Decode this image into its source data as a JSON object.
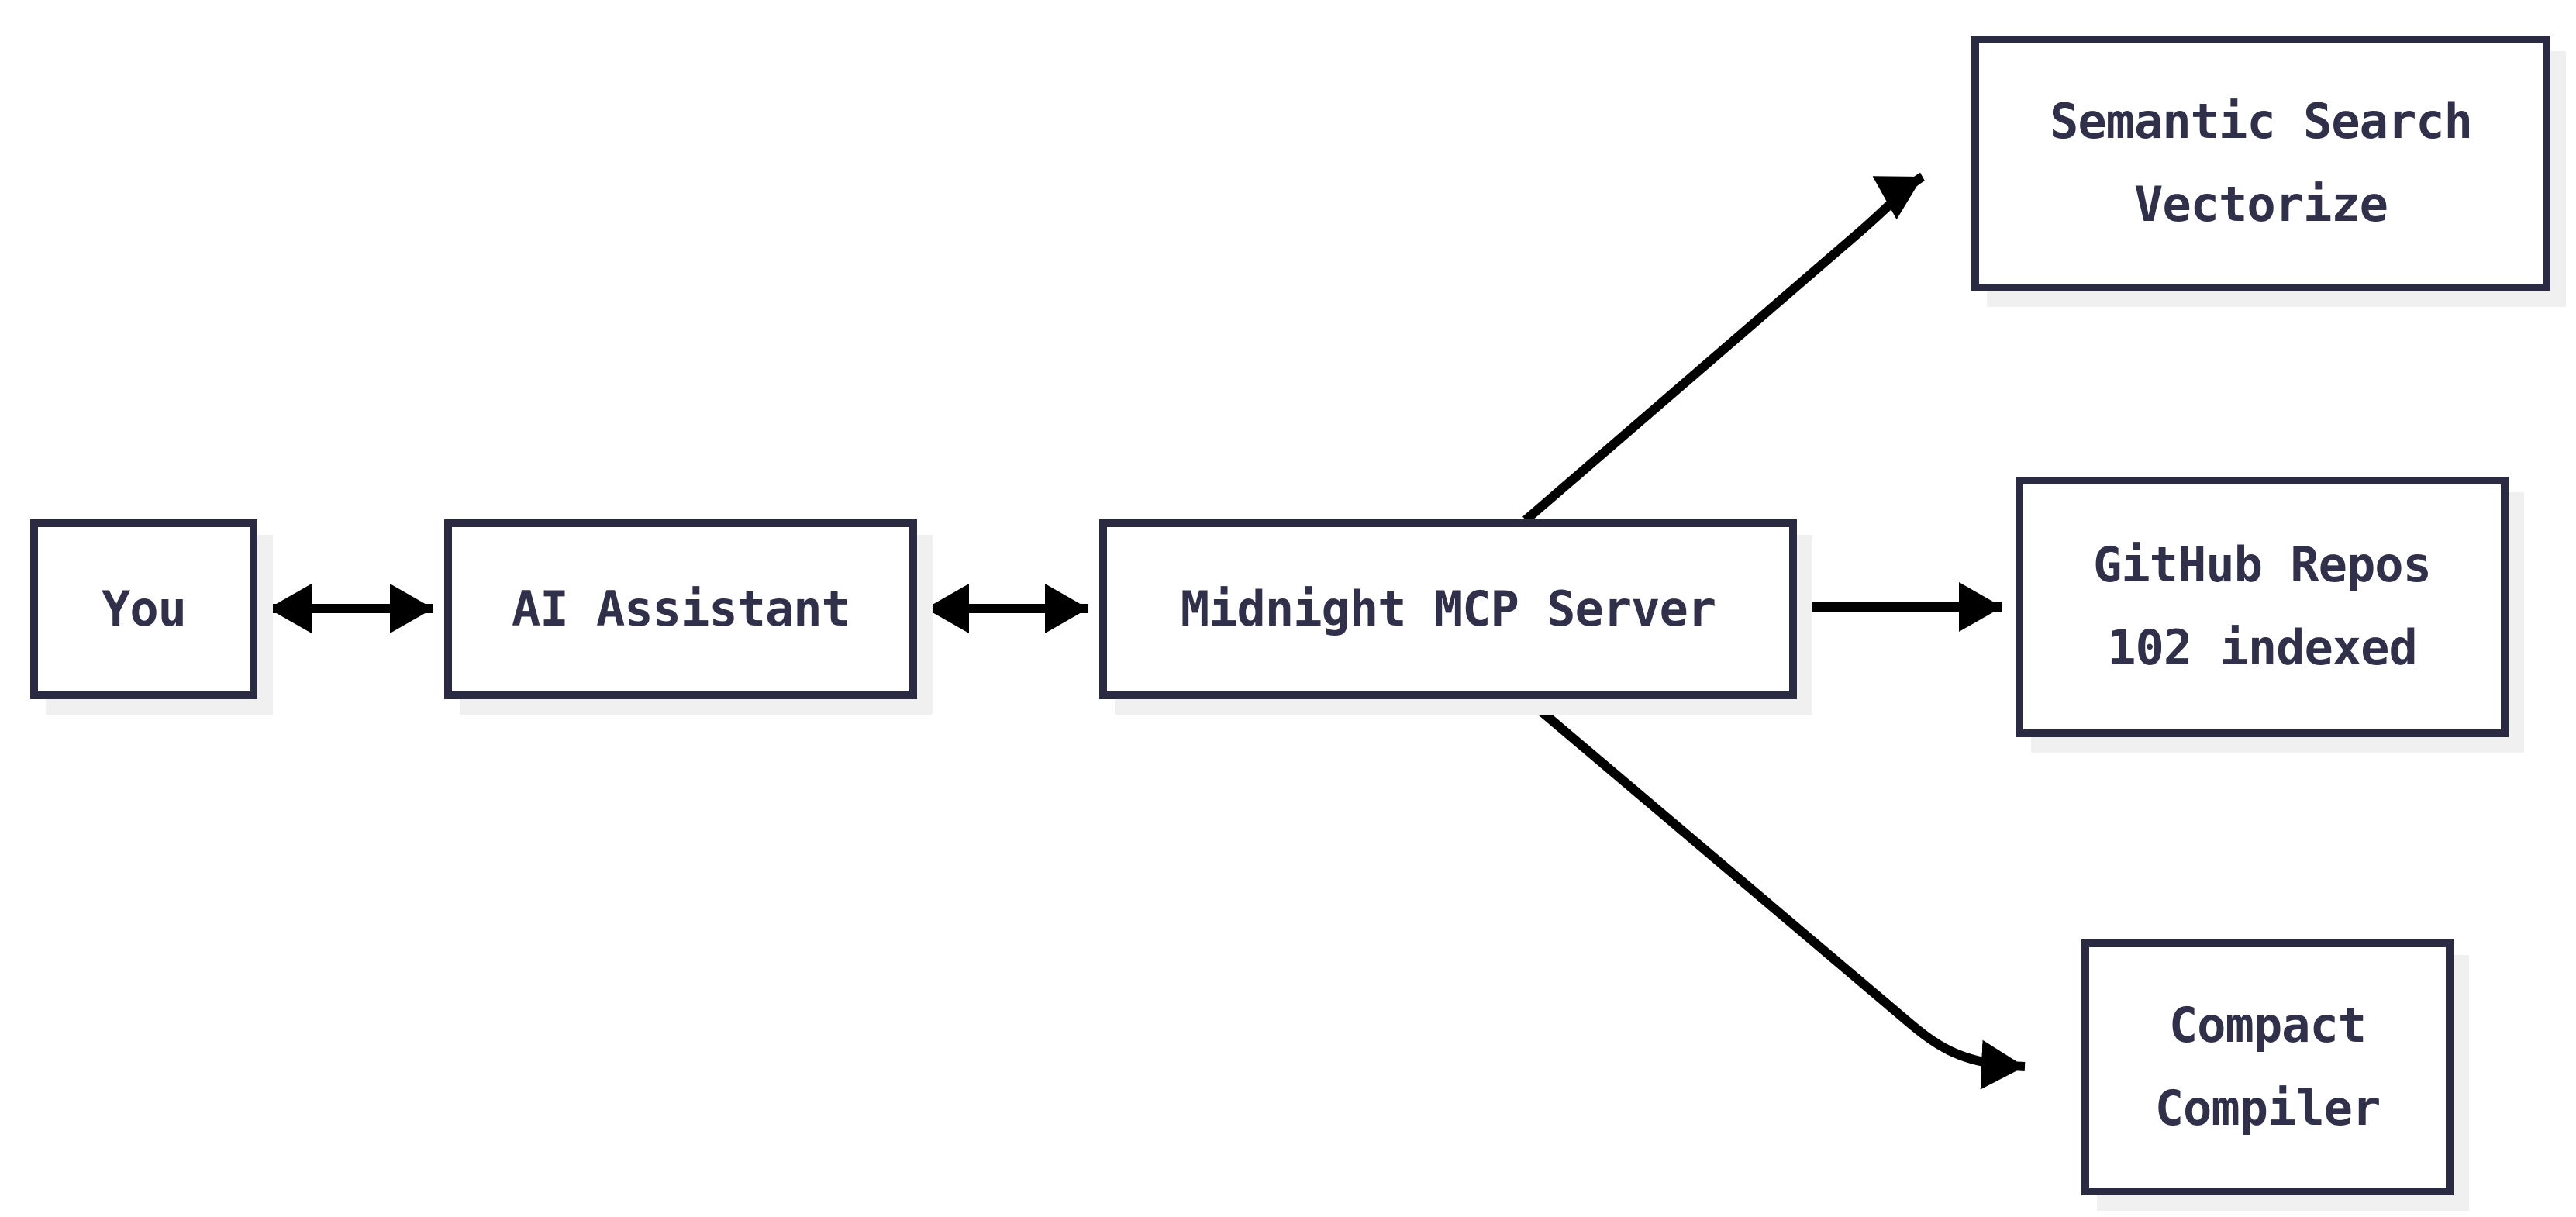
{
  "diagram": {
    "nodes": {
      "you": {
        "label": "You"
      },
      "ai": {
        "label": "AI Assistant"
      },
      "mcp": {
        "label": "Midnight MCP Server"
      },
      "semantic": {
        "line1": "Semantic Search",
        "line2": "Vectorize"
      },
      "github": {
        "line1": "GitHub Repos",
        "line2": "102 indexed"
      },
      "compiler": {
        "line1": "Compact",
        "line2": "Compiler"
      }
    },
    "edges": [
      {
        "from": "You",
        "to": "AI Assistant",
        "type": "bidirectional"
      },
      {
        "from": "AI Assistant",
        "to": "Midnight MCP Server",
        "type": "bidirectional"
      },
      {
        "from": "Midnight MCP Server",
        "to": "Semantic Search Vectorize",
        "type": "arrow"
      },
      {
        "from": "Midnight MCP Server",
        "to": "GitHub Repos 102 indexed",
        "type": "arrow"
      },
      {
        "from": "Midnight MCP Server",
        "to": "Compact Compiler",
        "type": "arrow"
      }
    ],
    "colors": {
      "node_border": "#2a2a42",
      "node_text": "#30304a",
      "arrow": "#000000",
      "shadow": "#f0f0f0",
      "background": "#ffffff"
    }
  }
}
